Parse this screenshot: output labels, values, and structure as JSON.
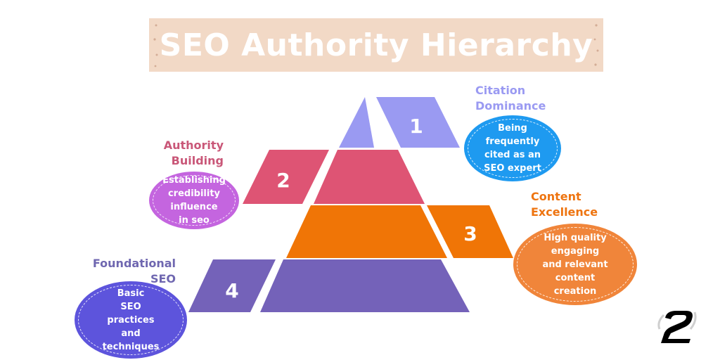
{
  "title": "SEO Authority Hierarchy",
  "colors": {
    "banner": "#f2d9c6",
    "tier1": "#9a9af2",
    "tier2": "#de5474",
    "tier3": "#f07506",
    "tier4": "#7462b9"
  },
  "tiers": [
    {
      "number": "1",
      "label": [
        "Citation",
        "Dominance"
      ],
      "description": [
        "Being",
        "frequently",
        "cited as an",
        "SEO expert"
      ],
      "color": "#9a9af2",
      "label_color": "#9a9af2",
      "bubble_color": "#1e9af0"
    },
    {
      "number": "2",
      "label": [
        "Authority",
        "Building"
      ],
      "description": [
        "Establishing",
        "credibility",
        "influence",
        "in seo"
      ],
      "color": "#de5474",
      "label_color": "#c95778",
      "bubble_color": "#c465df"
    },
    {
      "number": "3",
      "label": [
        "Content",
        "Excellence"
      ],
      "description": [
        "High quality",
        "engaging",
        "and relevant",
        "content",
        "creation"
      ],
      "color": "#f07506",
      "label_color": "#ee7410",
      "bubble_color": "#f0853a"
    },
    {
      "number": "4",
      "label": [
        "Foundational",
        "SEO"
      ],
      "description": [
        "Basic",
        "SEO",
        "practices",
        "and",
        "techniques"
      ],
      "color": "#7462b9",
      "label_color": "#6f67b0",
      "bubble_color": "#5d54dc"
    }
  ],
  "icons": {
    "brand": "logo-2-icon"
  }
}
